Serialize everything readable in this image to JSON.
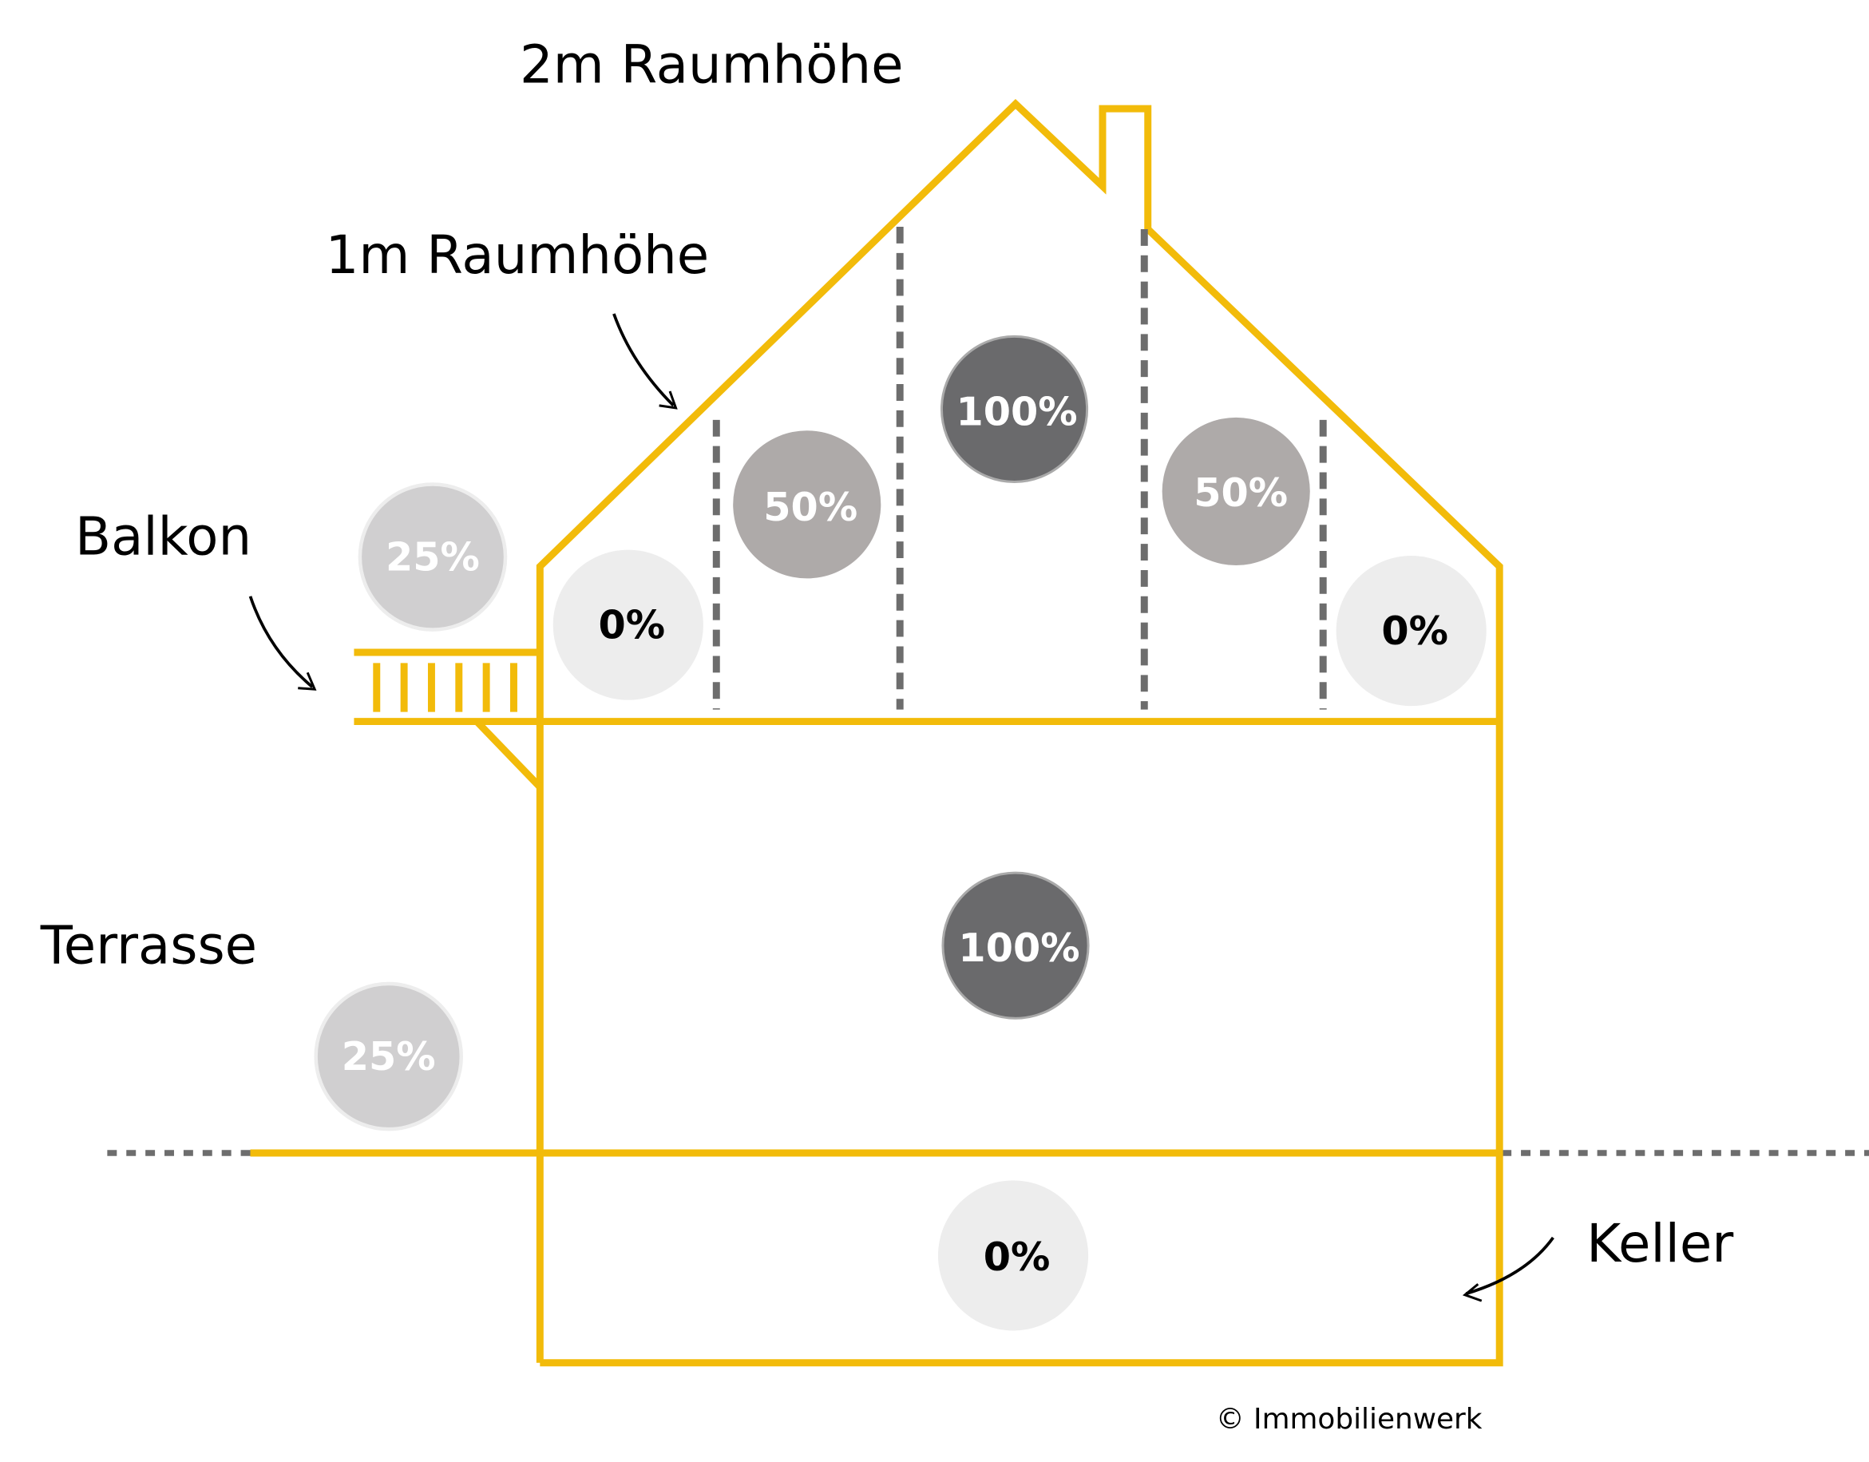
{
  "labels": {
    "two_m": "2m Raumhöhe",
    "one_m": "1m Raumhöhe",
    "balkon": "Balkon",
    "terrasse": "Terrasse",
    "keller": "Keller",
    "copyright": "© Immobilienwerk"
  },
  "circles": {
    "balkon": "25%",
    "terrasse": "25%",
    "attic_left_edge": "0%",
    "attic_left_mid": "50%",
    "attic_center": "100%",
    "attic_right_mid": "50%",
    "attic_right_edge": "0%",
    "ground_floor": "100%",
    "basement": "0%"
  },
  "colors": {
    "outline": "#F2BB0A",
    "divider": "#6d6d6d",
    "pct0": "#EDEDED",
    "pct25": "#D0CFD0",
    "pct50": "#AEAAA9",
    "pct100": "#6A6A6C"
  }
}
